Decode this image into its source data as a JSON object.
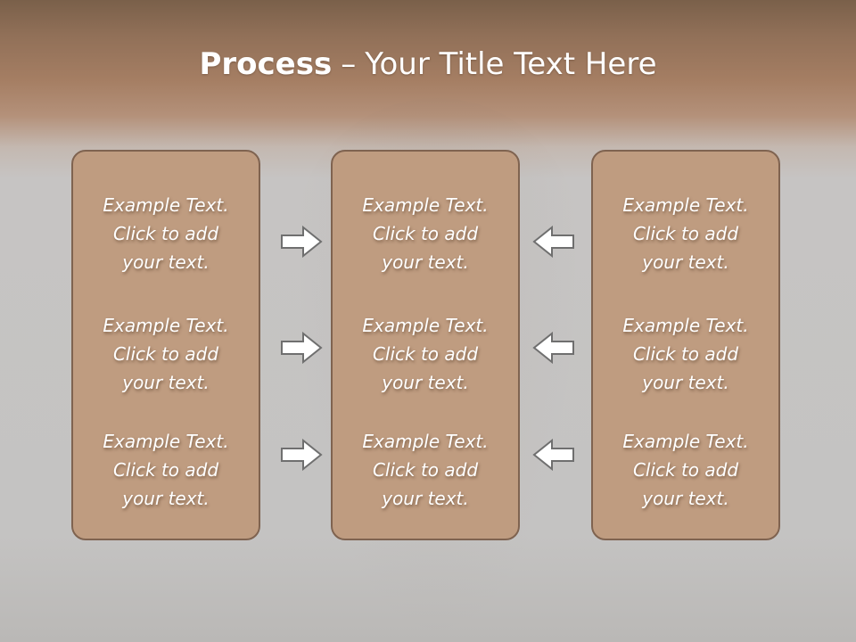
{
  "slide": {
    "title_bold": "Process",
    "title_separator": "–",
    "title_rest": "Your Title Text Here",
    "colors": {
      "panel_fill": "#bf9c80",
      "panel_border": "#7f6350",
      "header_band": "#a57e63",
      "background": "#c6c4c3",
      "arrow_fill": "#ffffff",
      "arrow_stroke": "#6f6f6f"
    },
    "arrows": {
      "left_column_icon": "arrow-right-icon",
      "right_column_icon": "arrow-left-icon"
    },
    "columns": [
      {
        "items": [
          {
            "line1": "Example Text.",
            "line2": "Click  to add",
            "line3": "your text."
          },
          {
            "line1": "Example Text.",
            "line2": "Click  to add",
            "line3": "your text."
          },
          {
            "line1": "Example Text.",
            "line2": "Click  to add",
            "line3": "your text."
          }
        ]
      },
      {
        "items": [
          {
            "line1": "Example Text.",
            "line2": "Click  to add",
            "line3": "your text."
          },
          {
            "line1": "Example Text.",
            "line2": "Click  to add",
            "line3": "your text."
          },
          {
            "line1": "Example Text.",
            "line2": "Click  to add",
            "line3": "your text."
          }
        ]
      },
      {
        "items": [
          {
            "line1": "Example Text.",
            "line2": "Click  to add",
            "line3": "your text."
          },
          {
            "line1": "Example Text.",
            "line2": "Click  to add",
            "line3": "your text."
          },
          {
            "line1": "Example Text.",
            "line2": "Click  to add",
            "line3": "your text."
          }
        ]
      }
    ]
  }
}
